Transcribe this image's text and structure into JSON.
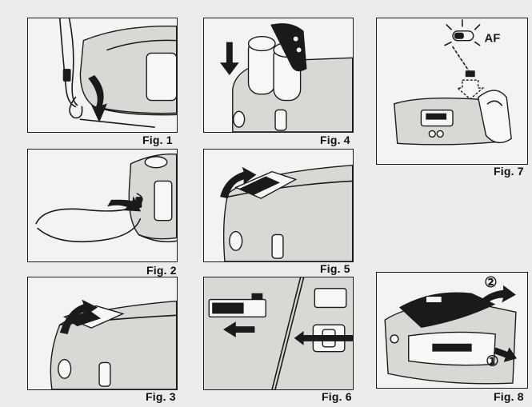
{
  "figures": [
    {
      "id": 1,
      "caption": "Fig. 1"
    },
    {
      "id": 2,
      "caption": "Fig. 2"
    },
    {
      "id": 3,
      "caption": "Fig. 3"
    },
    {
      "id": 4,
      "caption": "Fig. 4"
    },
    {
      "id": 5,
      "caption": "Fig. 5"
    },
    {
      "id": 6,
      "caption": "Fig. 6"
    },
    {
      "id": 7,
      "caption": "Fig. 7"
    },
    {
      "id": 8,
      "caption": "Fig. 8"
    }
  ],
  "labels": {
    "af": "AF",
    "step_one": "①",
    "step_two": "②"
  }
}
